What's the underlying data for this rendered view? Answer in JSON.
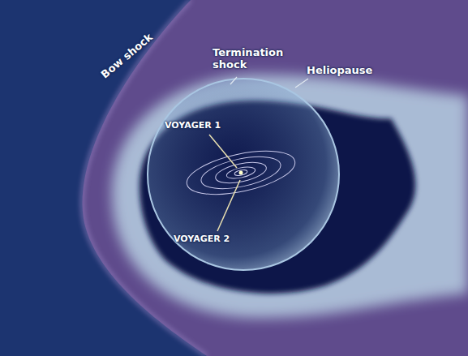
{
  "diagram": {
    "labels": [
      "Bow shock",
      "Termination shock",
      "Heliopause",
      "VOYAGER 1",
      "VOYAGER 2"
    ]
  }
}
